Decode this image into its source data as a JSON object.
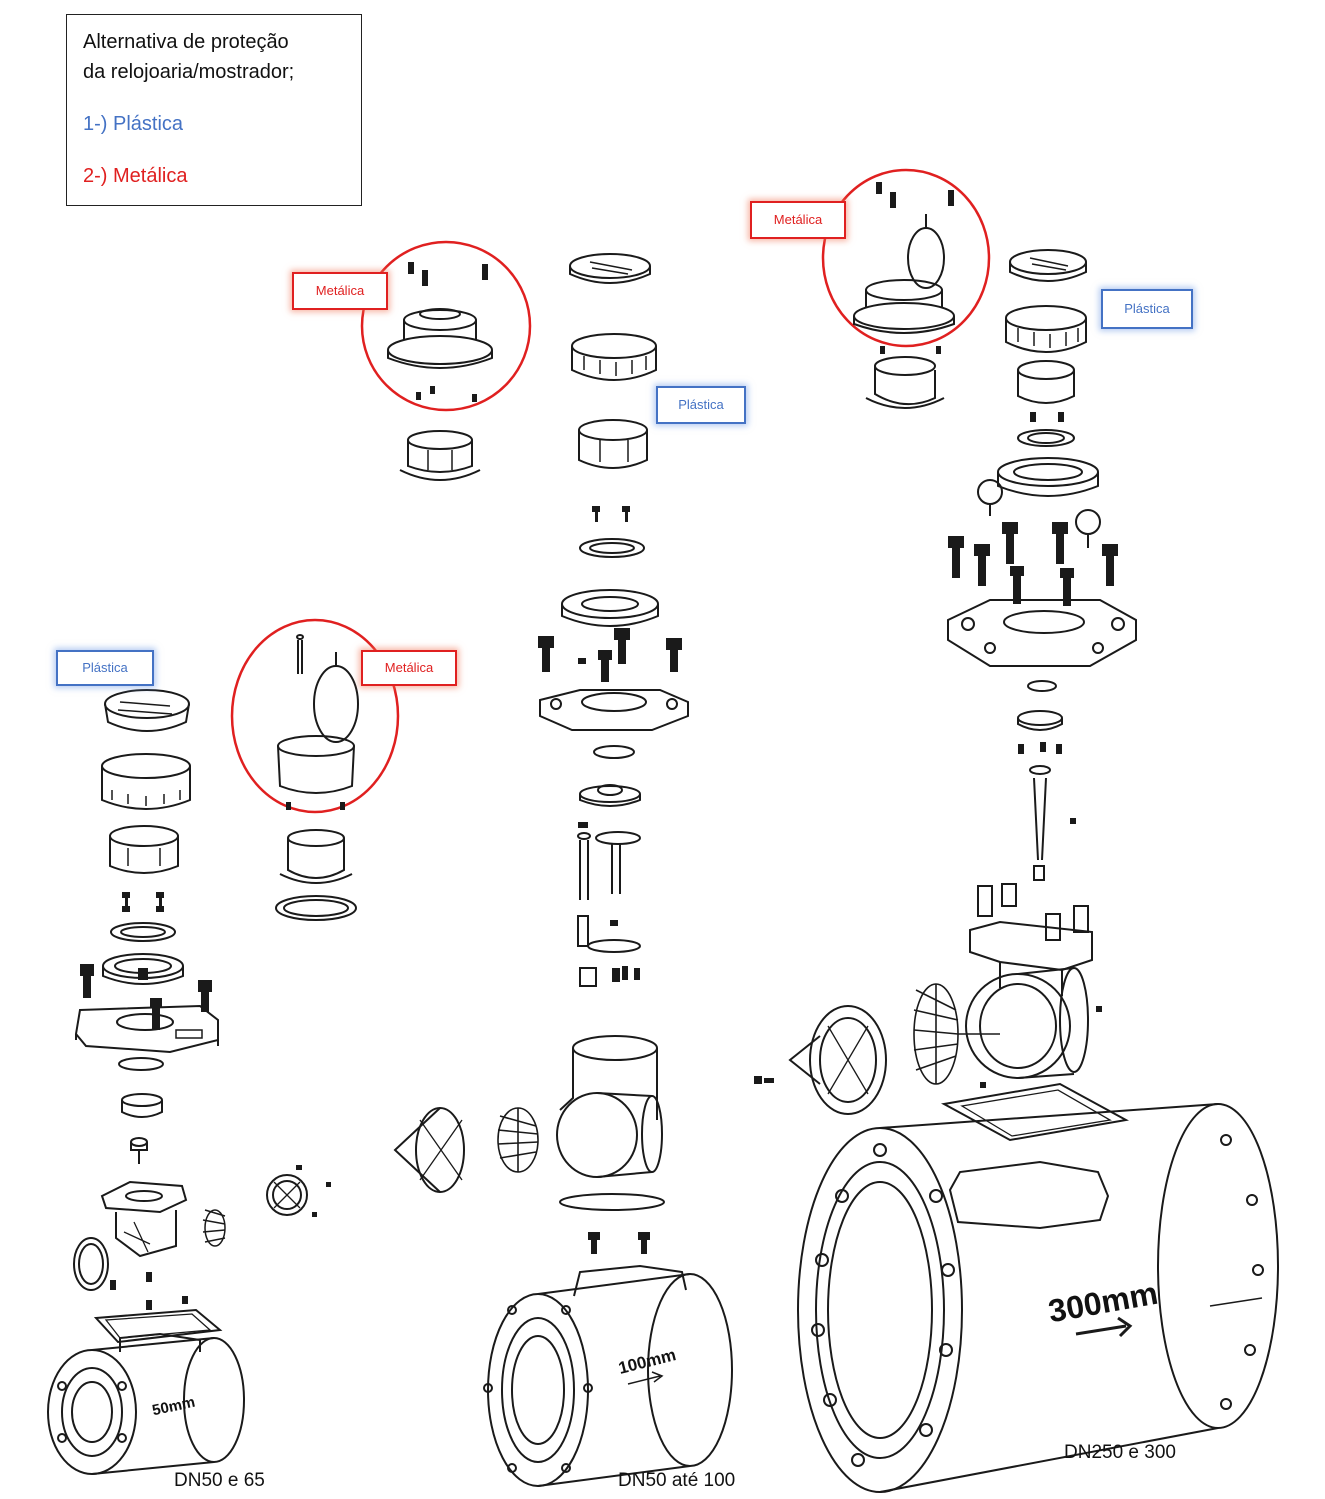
{
  "legend": {
    "line1": "Alternativa de proteção",
    "line2": "da relojoaria/mostrador;",
    "option1": "1-) Plástica",
    "option2": "2-) Metálica",
    "option1_color": "#4472c4",
    "option2_color": "#e02020"
  },
  "labels": {
    "metalica": "Metálica",
    "plastica": "Plástica"
  },
  "captions": {
    "small": "DN50 e 65",
    "medium": "DN50 até 100",
    "large": "DN250 e 300"
  },
  "body_markings": {
    "small": "50mm",
    "medium": "100mm",
    "large": "300mm"
  },
  "colors": {
    "metal_outline": "#e02020",
    "plastic_outline": "#4472c4",
    "line_art": "#1a1a1a"
  }
}
